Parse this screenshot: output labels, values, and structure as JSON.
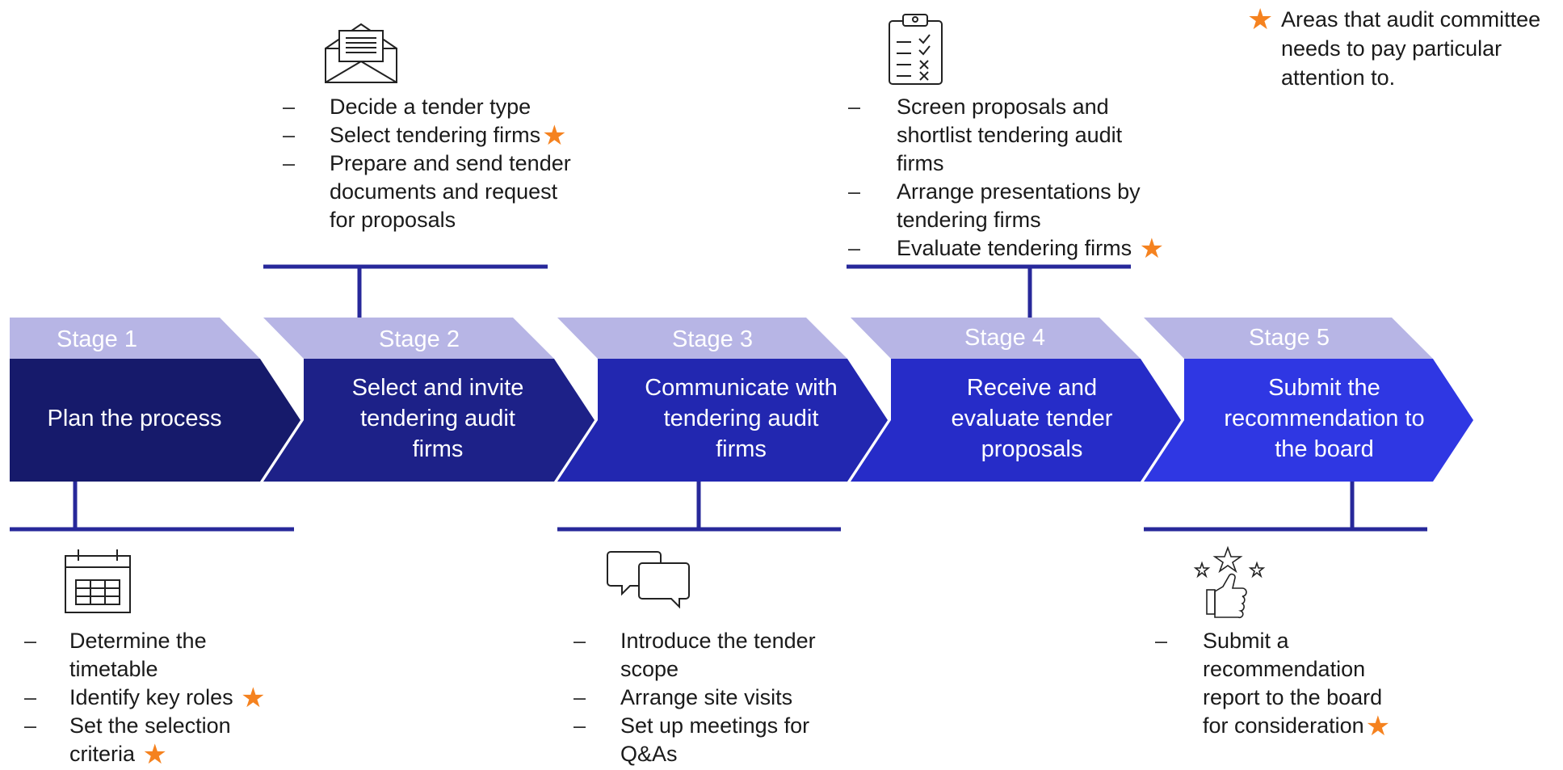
{
  "legend": {
    "icon": "star-icon",
    "color": "#f5821f",
    "text": "Areas that audit committee needs to pay particular attention to."
  },
  "colors": {
    "stage_band": "#b7b5e5",
    "connector": "#27289a",
    "stage_fills": [
      "#161a6b",
      "#1d2188",
      "#2227b0",
      "#262cc8",
      "#2f37e3"
    ]
  },
  "stages": [
    {
      "label": "Stage 1",
      "title": "Plan the process",
      "icon": "calendar-icon",
      "tasks": [
        {
          "dash": "–",
          "text": "Determine the timetable",
          "star": false
        },
        {
          "dash": "–",
          "text": "Identify key roles",
          "star": true
        },
        {
          "dash": "–",
          "text": "Set the selection criteria",
          "star": true
        }
      ]
    },
    {
      "label": "Stage 2",
      "title": "Select and invite tendering audit firms",
      "icon": "envelope-icon",
      "tasks": [
        {
          "dash": "–",
          "text": "Decide a tender type",
          "star": false
        },
        {
          "dash": "–",
          "text": "Select tendering firms",
          "star": true
        },
        {
          "dash": "–",
          "text": "Prepare and send tender documents and request for proposals",
          "star": false
        }
      ]
    },
    {
      "label": "Stage 3",
      "title": "Communicate with tendering audit firms",
      "icon": "chat-bubbles-icon",
      "tasks": [
        {
          "dash": "–",
          "text": "Introduce the tender scope",
          "star": false
        },
        {
          "dash": "–",
          "text": "Arrange site visits",
          "star": false
        },
        {
          "dash": "–",
          "text": "Set up meetings for Q&As",
          "star": false
        }
      ]
    },
    {
      "label": "Stage 4",
      "title": "Receive and evaluate tender proposals",
      "icon": "clipboard-checklist-icon",
      "tasks": [
        {
          "dash": "–",
          "text": "Screen proposals and shortlist tendering audit firms",
          "star": false
        },
        {
          "dash": "–",
          "text": "Arrange presentations by tendering firms",
          "star": false
        },
        {
          "dash": "–",
          "text": "Evaluate tendering firms",
          "star": true
        }
      ]
    },
    {
      "label": "Stage 5",
      "title": "Submit the recommendation to the board",
      "icon": "thumbs-up-stars-icon",
      "tasks": [
        {
          "dash": "–",
          "text": "Submit a recommendation report to the board for consideration",
          "star": true
        }
      ]
    }
  ]
}
